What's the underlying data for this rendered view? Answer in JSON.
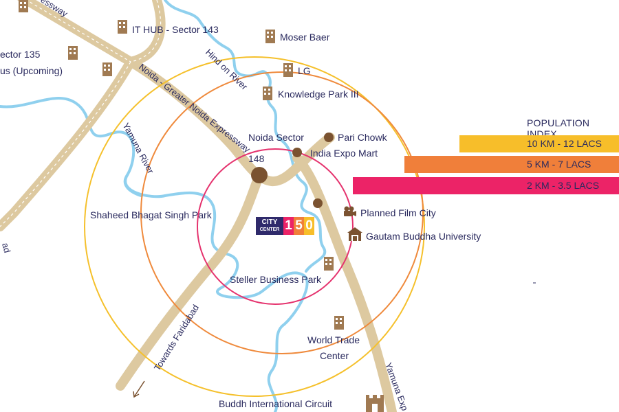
{
  "colors": {
    "road": "#ddc9a0",
    "river": "#8fd0ee",
    "ring_10km": "#f5c02b",
    "ring_5km": "#ef8a3c",
    "ring_2km": "#e5336e",
    "poi_dot": "#7a5230",
    "text": "#2a2a5e",
    "logo_dark": "#2f2a6b"
  },
  "population_index": {
    "title": "POPULATION INDEX",
    "bands": [
      {
        "label": "10 KM  - 12 LACS",
        "color": "#f7be2a"
      },
      {
        "label": "5 KM  - 7 LACS",
        "color": "#f07f3a"
      },
      {
        "label": "2 KM  - 3.5 LACS",
        "color": "#ec2367"
      }
    ]
  },
  "logo": {
    "line1": "CITY",
    "line2": "CENTER",
    "digits": [
      "1",
      "5",
      "0"
    ],
    "digit_colors": [
      "#ec2367",
      "#f07f3a",
      "#f7be2a"
    ]
  },
  "labels": {
    "it_hub": "IT HUB - Sector 143",
    "sector_135": "ector 135",
    "upcoming": "us (Upcoming)",
    "moser_baer": "Moser Baer",
    "lg": "LG",
    "knowledge_park": "Knowledge Park III",
    "noida_sector": "Noida Sector",
    "sector_148": "148",
    "pari_chowk": "Pari Chowk",
    "india_expo_mart": "India Expo Mart",
    "shaheed_park": "Shaheed Bhagat Singh Park",
    "film_city": "Planned Film City",
    "gbu": "Gautam Buddha University",
    "steller": "Steller Business Park",
    "wtc_line1": "World Trade",
    "wtc_line2": "Center",
    "buddh_circuit": "Buddh International Circuit"
  },
  "roads": {
    "expressway": "Noida - Greater Noida Expressway",
    "expressway_top": "essway",
    "faridabad": "Towards Faridabad",
    "yamuna_exp": "Yamuna Exp",
    "left_edge": "ad"
  },
  "rivers": {
    "hindon": "Hind on River",
    "yamuna": "Yamuna River"
  }
}
